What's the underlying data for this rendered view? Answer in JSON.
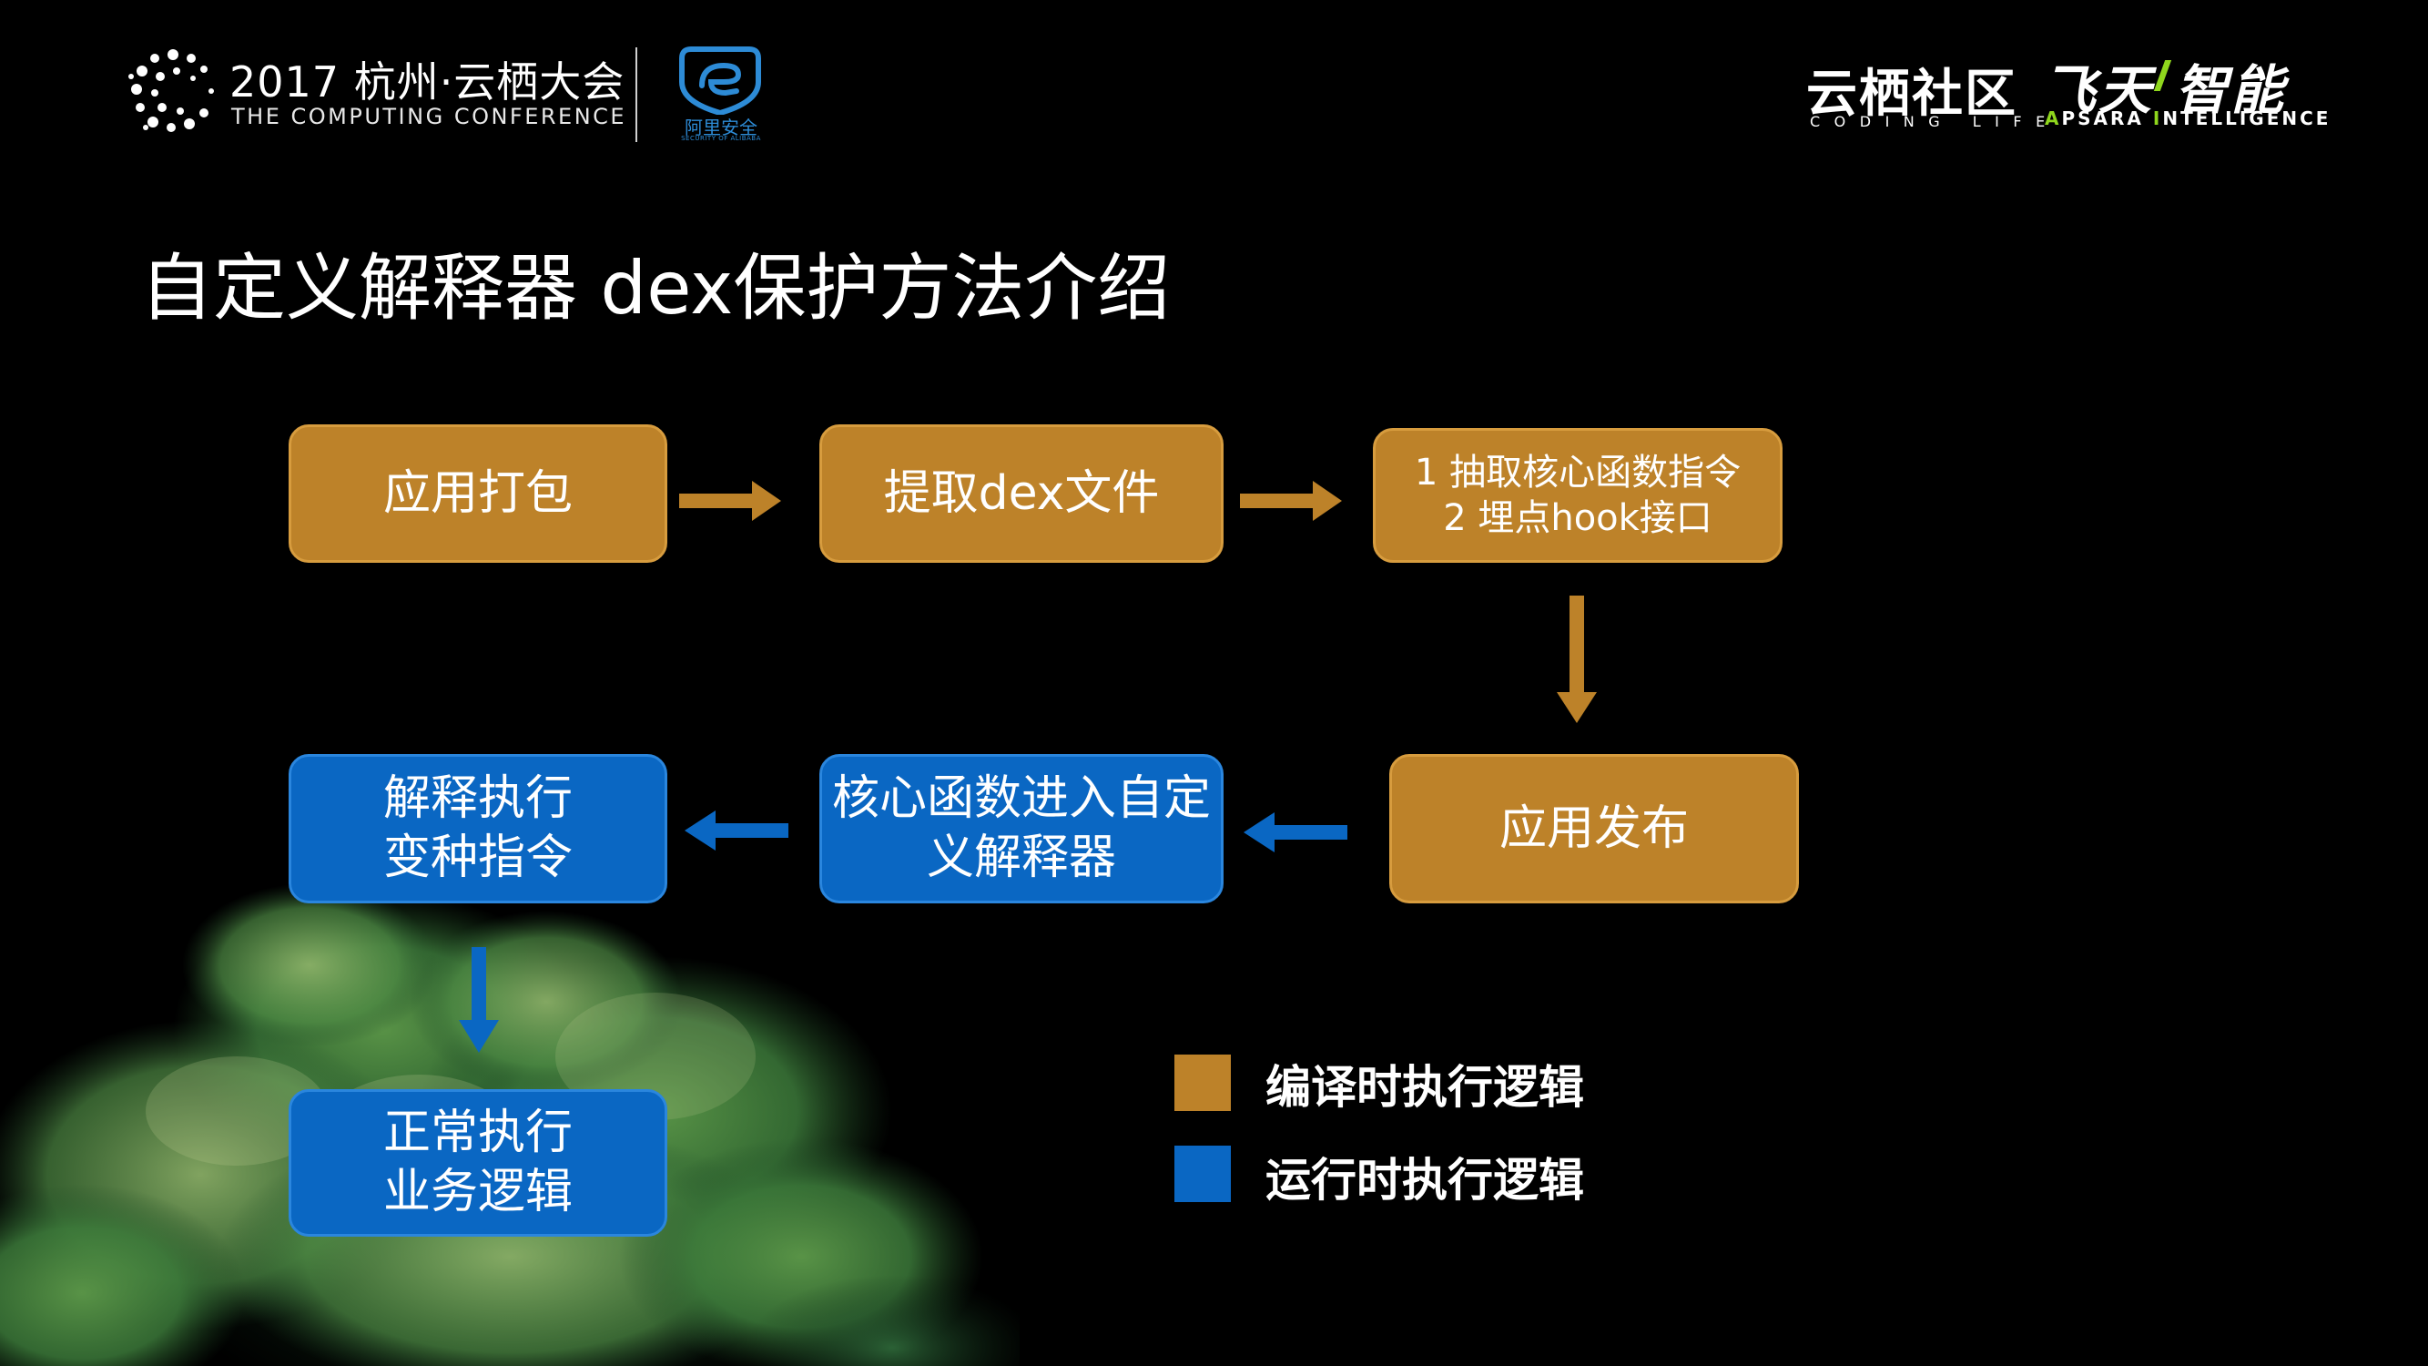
{
  "header": {
    "conference_title": "2017 杭州·云栖大会",
    "conference_subtitle": "THE COMPUTING CONFERENCE",
    "security_label": "阿里安全",
    "security_sublabel": "SECURITY OF ALIBABA",
    "yunqi_title": "云栖社区",
    "yunqi_subtitle": "CODING LIFE",
    "feitian_title": "飞天 智能",
    "feitian_sub_a": "A",
    "feitian_sub_b": "PSARA ",
    "feitian_sub_c": "I",
    "feitian_sub_d": "NTELLIGENCE"
  },
  "title": "自定义解释器 dex保护方法介绍",
  "flow": {
    "step1": "应用打包",
    "step2": "提取dex文件",
    "step3_line1": "1 抽取核心函数指令",
    "step3_line2": "2 埋点hook接口",
    "step4": "应用发布",
    "step5_line1": "核心函数进入自定",
    "step5_line2": "义解释器",
    "step6_line1": "解释执行",
    "step6_line2": "变种指令",
    "step7_line1": "正常执行",
    "step7_line2": "业务逻辑"
  },
  "legend": {
    "compile_label": "编译时执行逻辑",
    "runtime_label": "运行时执行逻辑"
  },
  "colors": {
    "compile": "#bd8229",
    "runtime": "#0a67c3",
    "background": "#000000",
    "brand_green": "#8fd61d",
    "security_blue": "#2d8bd6"
  }
}
